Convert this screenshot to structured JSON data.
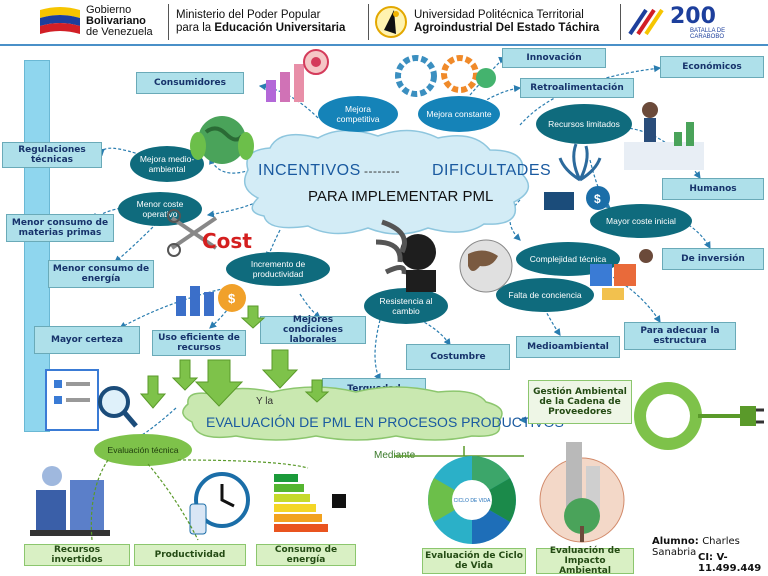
{
  "header": {
    "gov_line1": "Gobierno",
    "gov_line2": "Bolivariano",
    "gov_line3": "de Venezuela",
    "ministry_line1": "Ministerio del Poder Popular",
    "ministry_line2_prefix": "para la ",
    "ministry_line2_bold": "Educación Universitaria",
    "uni_line1": "Universidad Politécnica Territorial",
    "uni_line2": "Agroindustrial Del Estado Táchira",
    "bicentenario_number": "200",
    "bicentenario_text": "BATALLA DE\nCARABOBO",
    "accent_color": "#4a90c8"
  },
  "central": {
    "incentivos": "INCENTIVOS",
    "dashes": "--------",
    "dificultades": "DIFICULTADES",
    "para_implementar": "PARA IMPLEMENTAR PML",
    "y_la": "Y la",
    "evaluacion_title": "EVALUACIÓN DE PML EN PROCESOS PRODUCTIVOS",
    "mediante": "Mediante"
  },
  "incentivos_nodes": {
    "mejora_competitiva": "Mejora competitiva",
    "mejora_ambiental": "Mejora medio-ambiental",
    "menor_coste": "Menor coste operativo",
    "incremento": "Incremento de productividad"
  },
  "incentivos_boxes": {
    "consumidores": "Consumidores",
    "regulaciones": "Regulaciones técnicas",
    "menor_materias": "Menor consumo de materias primas",
    "menor_energia": "Menor consumo de energía",
    "mayor_certeza": "Mayor certeza",
    "uso_eficiente": "Uso eficiente de recursos",
    "mejores_condiciones": "Mejores condiciones laborales"
  },
  "dificultades_nodes": {
    "mejora_constante": "Mejora constante",
    "recursos_limitados": "Recursos limitados",
    "mayor_coste_inicial": "Mayor coste inicial",
    "complejidad": "Complejidad técnica",
    "falta_conciencia": "Falta de conciencia",
    "resistencia": "Resistencia al cambio"
  },
  "dificultades_boxes": {
    "innovacion": "Innovación",
    "retroalimentacion": "Retroalimentación",
    "economicos": "Económicos",
    "humanos": "Humanos",
    "de_inversion": "De inversión",
    "para_adecuar": "Para adecuar la estructura",
    "medioambiental": "Medioambiental",
    "costumbre": "Costumbre",
    "terquedad": "Terquedad"
  },
  "evaluacion": {
    "evaluacion_tecnica": "Evaluación técnica",
    "recursos_invertidos": "Recursos invertidos",
    "productividad": "Productividad",
    "consumo_energia": "Consumo de energía",
    "ciclo_de_vida": "Evaluación de Ciclo de Vida",
    "impacto_ambiental": "Evaluación de Impacto Ambiental",
    "gestion_ambiental": "Gestión Ambiental de la Cadena de Proveedores",
    "cost_word": "Cost",
    "lifecycle_center": "CICLO DE VIDA"
  },
  "author": {
    "label": "Alumno:",
    "name": "Charles Sanabria",
    "ci_label": "CI:",
    "ci_value": "V-11.499.449"
  },
  "colors": {
    "box_fill": "#aee0ea",
    "oval_fill": "#0f6b7d",
    "green_box": "#d9f0c4",
    "cloud_fill": "#d3ecf6",
    "green_cloud": "#c9e8b0"
  }
}
